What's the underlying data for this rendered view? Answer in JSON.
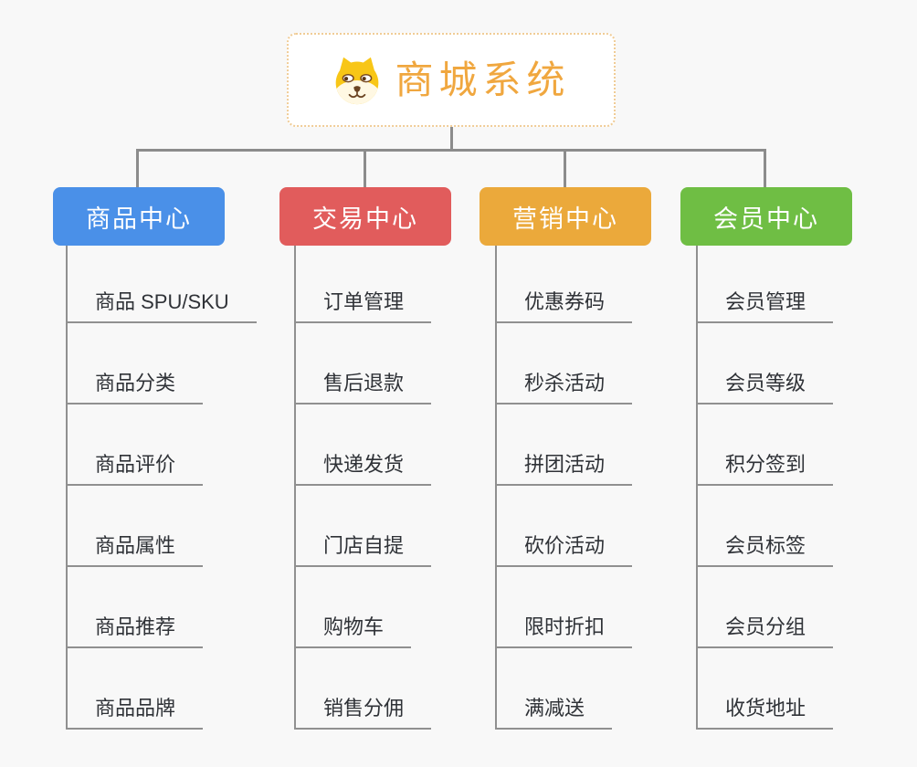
{
  "root": {
    "title": "商城系统",
    "icon": "dog-face-icon"
  },
  "branches": [
    {
      "label": "商品中心",
      "color": "#4A90E8",
      "items": [
        "商品 SPU/SKU",
        "商品分类",
        "商品评价",
        "商品属性",
        "商品推荐",
        "商品品牌"
      ]
    },
    {
      "label": "交易中心",
      "color": "#E15C5C",
      "items": [
        "订单管理",
        "售后退款",
        "快递发货",
        "门店自提",
        "购物车",
        "销售分佣"
      ]
    },
    {
      "label": "营销中心",
      "color": "#EBA93B",
      "items": [
        "优惠券码",
        "秒杀活动",
        "拼团活动",
        "砍价活动",
        "限时折扣",
        "满减送"
      ]
    },
    {
      "label": "会员中心",
      "color": "#6FBE44",
      "items": [
        "会员管理",
        "会员等级",
        "积分签到",
        "会员标签",
        "会员分组",
        "收货地址"
      ]
    }
  ],
  "colors": {
    "background": "#F8F8F8",
    "connector": "#8C8C8C",
    "underline": "#909090",
    "item_text": "#2F3237",
    "root_title": "#F0A73F",
    "root_border": "#F0CC96"
  }
}
